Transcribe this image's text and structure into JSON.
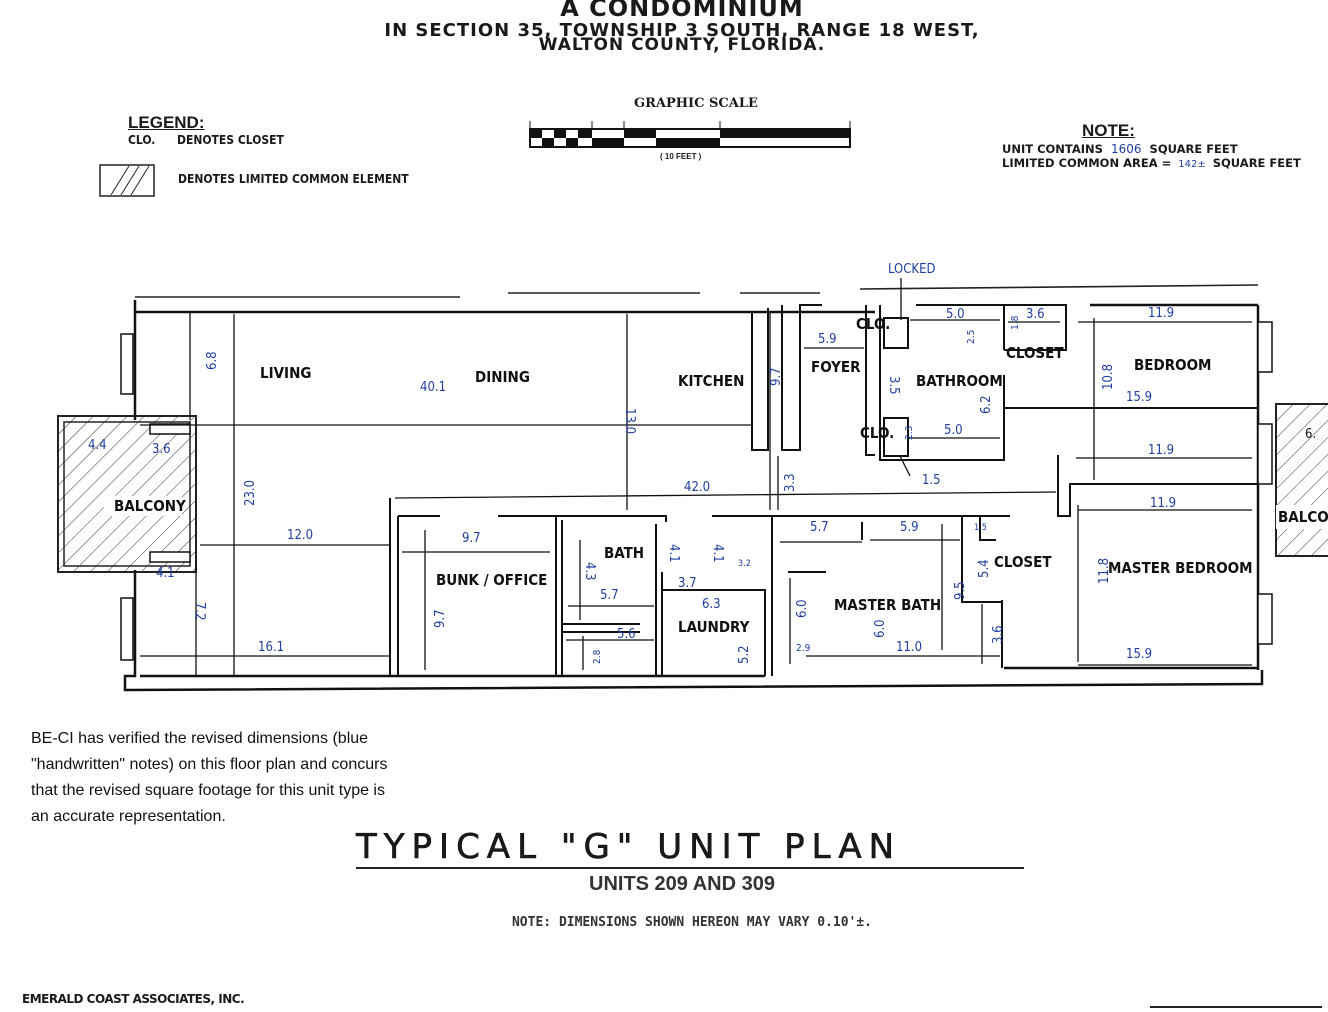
{
  "header": {
    "line1": "A CONDOMINIUM",
    "line2": "IN SECTION 35, TOWNSHIP 3 SOUTH, RANGE 18 WEST,",
    "line3": "WALTON COUNTY, FLORIDA."
  },
  "legend": {
    "title": "LEGEND:",
    "closet_abbr": "CLO.",
    "closet_desc": "DENOTES CLOSET",
    "lce_desc": "DENOTES LIMITED COMMON ELEMENT"
  },
  "scale": {
    "title": "GRAPHIC SCALE",
    "unit": "( 10 FEET )"
  },
  "note": {
    "title": "NOTE:",
    "unit_prefix": "UNIT CONTAINS",
    "unit_value": "1606",
    "unit_suffix": "SQUARE FEET",
    "lca_prefix": "LIMITED COMMON AREA =",
    "lca_value": "142±",
    "lca_suffix": "SQUARE FEET"
  },
  "rooms": {
    "living": "LIVING",
    "dining": "DINING",
    "kitchen": "KITCHEN",
    "foyer": "FOYER",
    "clo_top": "CLO.",
    "bathroom": "BATHROOM",
    "closet_top": "CLOSET",
    "bedroom": "BEDROOM",
    "clo_mid": "CLO.",
    "balcony": "BALCONY",
    "bunk_office": "BUNK / OFFICE",
    "bath": "BATH",
    "laundry": "LAUNDRY",
    "master_bath": "MASTER BATH",
    "closet_mid": "CLOSET",
    "master_bedroom": "MASTER BEDROOM",
    "balcony_right": "BALCO",
    "locked": "LOCKED"
  },
  "dimensions": {
    "d_6_8": "6.8",
    "d_40_1": "40.1",
    "d_13_0": "13.0",
    "d_5_9a": "5.9",
    "d_9_7a": "9.7",
    "d_3_5": "3.5",
    "d_5_0a": "5.0",
    "d_2_5": "2.5",
    "d_1_8": "1.8",
    "d_3_6a": "3.6",
    "d_11_9a": "11.9",
    "d_10_8": "10.8",
    "d_15_9a": "15.9",
    "d_6_2": "6.2",
    "d_5_0b": "5.0",
    "d_2_3": "2.3",
    "d_1_5": "1.5",
    "d_11_9b": "11.9",
    "d_4_4": "4.4",
    "d_3_6b": "3.6",
    "d_23_0": "23.0",
    "d_42_0": "42.0",
    "d_3_3": "3.3",
    "d_11_9c": "11.9",
    "d_12_0": "12.0",
    "d_9_7b": "9.7",
    "d_4_1a": "4.1",
    "d_7_2": "7.2",
    "d_16_1": "16.1",
    "d_9_7c": "9.7",
    "d_4_3": "4.3",
    "d_5_7a": "5.7",
    "d_4_1b": "4.1",
    "d_4_1c": "4.1",
    "d_3_2": "3.2",
    "d_3_7": "3.7",
    "d_6_3": "6.3",
    "d_5_6": "5.6",
    "d_2_8": "2.8",
    "d_5_2": "5.2",
    "d_5_7b": "5.7",
    "d_5_9b": "5.9",
    "d_6_0a": "6.0",
    "d_2_9": "2.9",
    "d_6_0b": "6.0",
    "d_11_0": "11.0",
    "d_9_5": "9.5",
    "d_5_4": "5.4",
    "d_1_5b": "1.5",
    "d_3_6c": "3.6",
    "d_11_8": "11.8",
    "d_15_9b": "15.9",
    "d_6_right": "6."
  },
  "verification": "BE-CI has verified the revised dimensions (blue \"handwritten\" notes) on this floor plan and concurs that the revised square footage for this unit type is an accurate representation.",
  "plan_title": "TYPICAL \"G\" UNIT PLAN",
  "plan_units": "UNITS 209 AND 309",
  "plan_note": "NOTE: DIMENSIONS SHOWN HEREON MAY VARY 0.10'±.",
  "company": "EMERALD COAST ASSOCIATES, INC.",
  "colors": {
    "ink": "#1a1a1a",
    "handwriting": "#1f3ea0"
  }
}
